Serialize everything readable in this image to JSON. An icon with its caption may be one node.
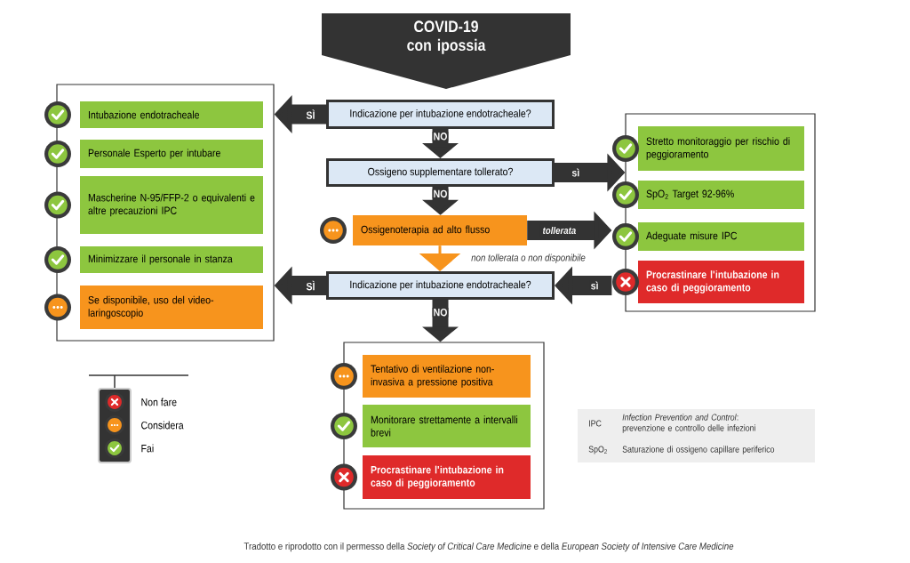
{
  "diagram": {
    "caption": "Tradotto e riprodotto con il permesso della *Society of Critical Care Medicine* e della *European Society of Intensive Care Medicine*",
    "nodes": [
      {
        "text": [
          "COVID-19 con ipossia"
        ]
      },
      {
        "text": [],
        "shape": "box"
      },
      {
        "text": [
          "Intubazione endotracheale"
        ],
        "in": 1
      },
      {
        "text": [
          "Personale Esperto per intubare"
        ],
        "in": 1
      },
      {
        "text": [
          "Mascherine N-95/FFP-2 o equivalenti e altre precauzioni IPC"
        ],
        "in": 1
      },
      {
        "text": [
          "Minimizzare il personale in stanza"
        ],
        "in": 1
      },
      {
        "text": [
          "Se disponibile, uso del video-laringoscopio"
        ],
        "in": 1
      },
      {
        "text": [
          "Indicazione per intubazione endotracheale?"
        ]
      },
      {
        "text": [
          "Ossigeno supplementare tollerato?"
        ]
      },
      {
        "text": [
          "Ossigenoterapia ad alto flusso"
        ]
      },
      {
        "text": [
          "Indicazione per intubazione endotracheale?"
        ]
      },
      {
        "text": [],
        "shape": "box"
      },
      {
        "text": [
          "Stretto monitoraggio per rischio di peggioramento"
        ],
        "in": 11
      },
      {
        "text": [
          "SpO$_{2}$ Target 92-96%"
        ],
        "in": 11
      },
      {
        "text": [
          "Adeguate misure IPC"
        ],
        "in": 11
      },
      {
        "text": [
          "Procrastinare l'intubazione in caso di peggioramento"
        ],
        "in": 11
      },
      {
        "text": [],
        "shape": "box"
      },
      {
        "text": [
          "Tentativo di ventilazione non-invasiva a pressione positiva"
        ],
        "in": 16
      },
      {
        "text": [
          "Monitorare strettamente a intervalli brevi"
        ],
        "in": 16
      },
      {
        "text": [
          "Procrastinare l'intubazione in caso di peggioramento"
        ],
        "in": 16
      }
    ],
    "edges": [
      {
        "from": 7,
        "to": 1,
        "arrow": "to",
        "label": "SÌ"
      },
      {
        "from": 7,
        "to": 8,
        "arrow": "to",
        "label": "NO"
      },
      {
        "from": 8,
        "to": 11,
        "arrow": "to",
        "label": "sì"
      },
      {
        "from": 8,
        "to": 9,
        "arrow": "to",
        "label": "NO"
      },
      {
        "from": 9,
        "to": 11,
        "arrow": "to",
        "label": "tollerata"
      },
      {
        "from": 9,
        "to": 10,
        "arrow": "to",
        "label": "non tollerata o non disponibile",
        "color": "#f7941d"
      },
      {
        "from": 11,
        "to": 10,
        "arrow": "to",
        "label": "sì"
      },
      {
        "from": 10,
        "to": 1,
        "arrow": "to",
        "label": "SÌ"
      },
      {
        "from": 10,
        "to": 16,
        "arrow": "to",
        "label": "NO"
      }
    ],
    "labels": [
      "IPC",
      "*Infection Prevention and Control*: prevenzione e controllo delle infezioni",
      "SpO$_{2}$",
      "Saturazione di ossigeno capillare periferico"
    ],
    "legend": [
      {
        "text": "Non fare"
      },
      {
        "text": "Considera"
      },
      {
        "text": "Fai"
      }
    ]
  }
}
